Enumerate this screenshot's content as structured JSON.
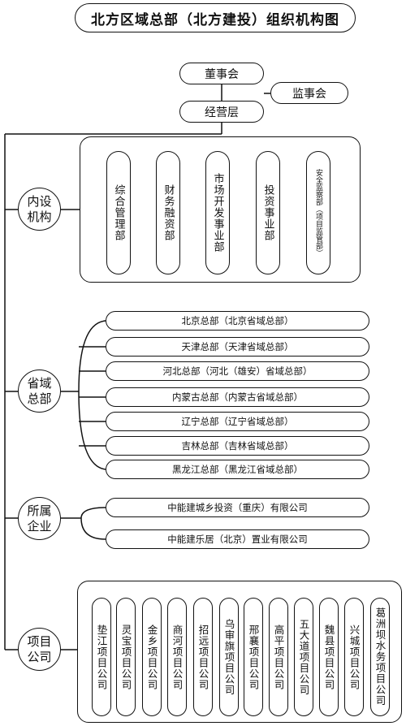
{
  "title": "北方区域总部（北方建投）组织机构图",
  "leadership": {
    "board": "董事会",
    "supervisory": "监事会",
    "management": "经营层"
  },
  "categories": {
    "internal": "内设机构",
    "provincial": "省域总部",
    "affiliated": "所属企业",
    "projects": "项目公司"
  },
  "departments": [
    "综合管理部",
    "财务融资部",
    "市场开发事业部",
    "投资事业部",
    "安全监察部（项目监管部）"
  ],
  "provincial_hqs": [
    "北京总部（北京省域总部）",
    "天津总部（天津省域总部）",
    "河北总部（河北（雄安）省域总部）",
    "内蒙古总部（内蒙古省域总部）",
    "辽宁总部（辽宁省域总部）",
    "吉林总部（吉林省域总部）",
    "黑龙江总部（黑龙江省域总部）"
  ],
  "affiliated_companies": [
    "中能建城乡投资（重庆）有限公司",
    "中能建乐居（北京）置业有限公司"
  ],
  "project_companies": [
    "垫江项目公司",
    "灵宝项目公司",
    "金乡项目公司",
    "商河项目公司",
    "招远项目公司",
    "乌审旗项目公司",
    "邢襄项目公司",
    "高平项目公司",
    "五大道项目公司",
    "魏县项目公司",
    "兴城项目公司",
    "葛洲坝水务项目公司"
  ]
}
